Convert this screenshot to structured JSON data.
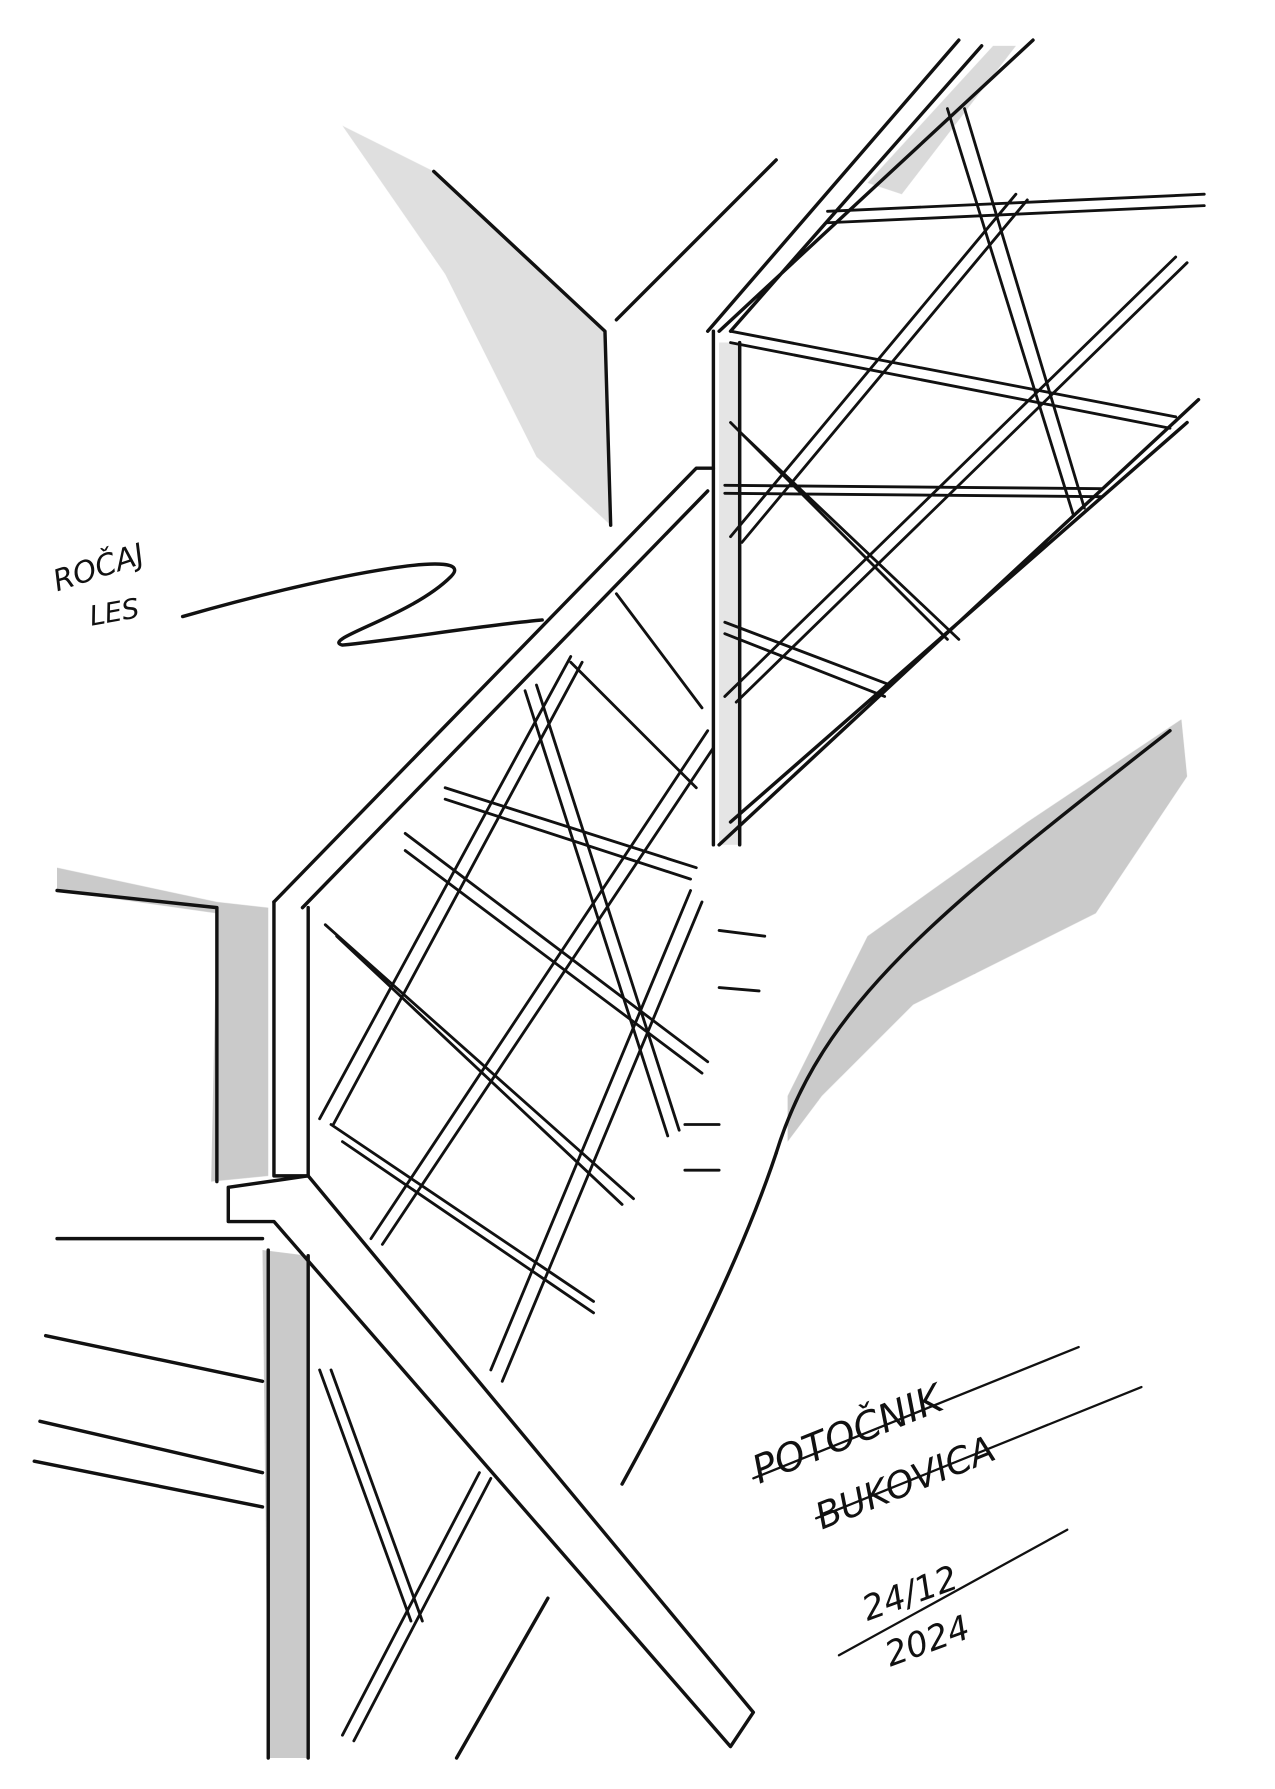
{
  "sketch": {
    "label_handrail": "ROČAJ",
    "label_material": "LES",
    "signature_name": "POTOČNIK",
    "signature_place": "BUKOVICA",
    "date_day_month": "24/12",
    "date_year": "2024",
    "colors": {
      "ink": "#111111",
      "marker_grey": "#b5b5b5",
      "paper": "#ffffff"
    }
  }
}
